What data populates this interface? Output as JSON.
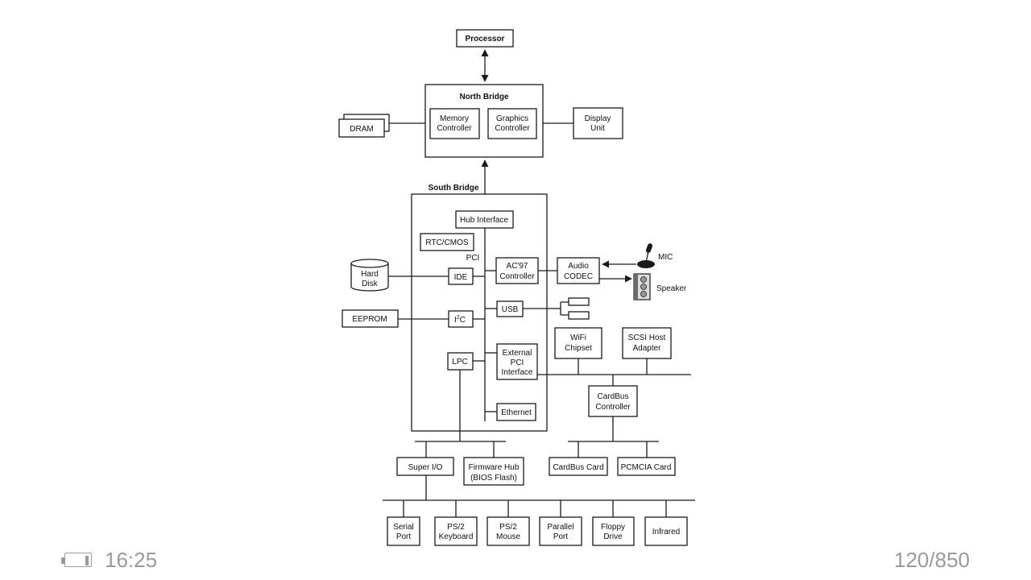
{
  "diagram": {
    "processor": "Processor",
    "north_bridge": "North Bridge",
    "memory_controller": [
      "Memory",
      "Controller"
    ],
    "graphics_controller": [
      "Graphics",
      "Controller"
    ],
    "dram": "DRAM",
    "display_unit": [
      "Display",
      "Unit"
    ],
    "south_bridge": "South Bridge",
    "hub_interface": "Hub Interface",
    "rtc_cmos": "RTC/CMOS",
    "pci": "PCI",
    "ide": "IDE",
    "hard_disk": [
      "Hard",
      "Disk"
    ],
    "ac97": [
      "AC'97",
      "Controller"
    ],
    "audio_codec": [
      "Audio",
      "CODEC"
    ],
    "mic": "MIC",
    "speaker": "Speaker",
    "usb": "USB",
    "eeprom": "EEPROM",
    "i2c_base": "I",
    "i2c_sup": "2",
    "i2c_tail": "C",
    "lpc": "LPC",
    "external_pci": [
      "External",
      "PCI",
      "Interface"
    ],
    "ethernet": "Ethernet",
    "wifi": [
      "WiFi",
      "Chipset"
    ],
    "scsi": [
      "SCSI Host",
      "Adapter"
    ],
    "cardbus_controller": [
      "CardBus",
      "Controller"
    ],
    "cardbus_card": "CardBus Card",
    "pcmcia_card": "PCMCIA Card",
    "super_io": "Super I/O",
    "firmware_hub": [
      "Firmware Hub",
      "(BIOS Flash)"
    ],
    "serial_port": [
      "Serial",
      "Port"
    ],
    "ps2_keyboard": [
      "PS/2",
      "Keyboard"
    ],
    "ps2_mouse": [
      "PS/2",
      "Mouse"
    ],
    "parallel_port": [
      "Parallel",
      "Port"
    ],
    "floppy_drive": [
      "Floppy",
      "Drive"
    ],
    "infrared": "Infrared"
  },
  "status": {
    "time": "16:25",
    "page": "120/850",
    "battery_level": 0.15,
    "battery_icon": "battery-icon",
    "text_color": "#9a9a9a"
  }
}
